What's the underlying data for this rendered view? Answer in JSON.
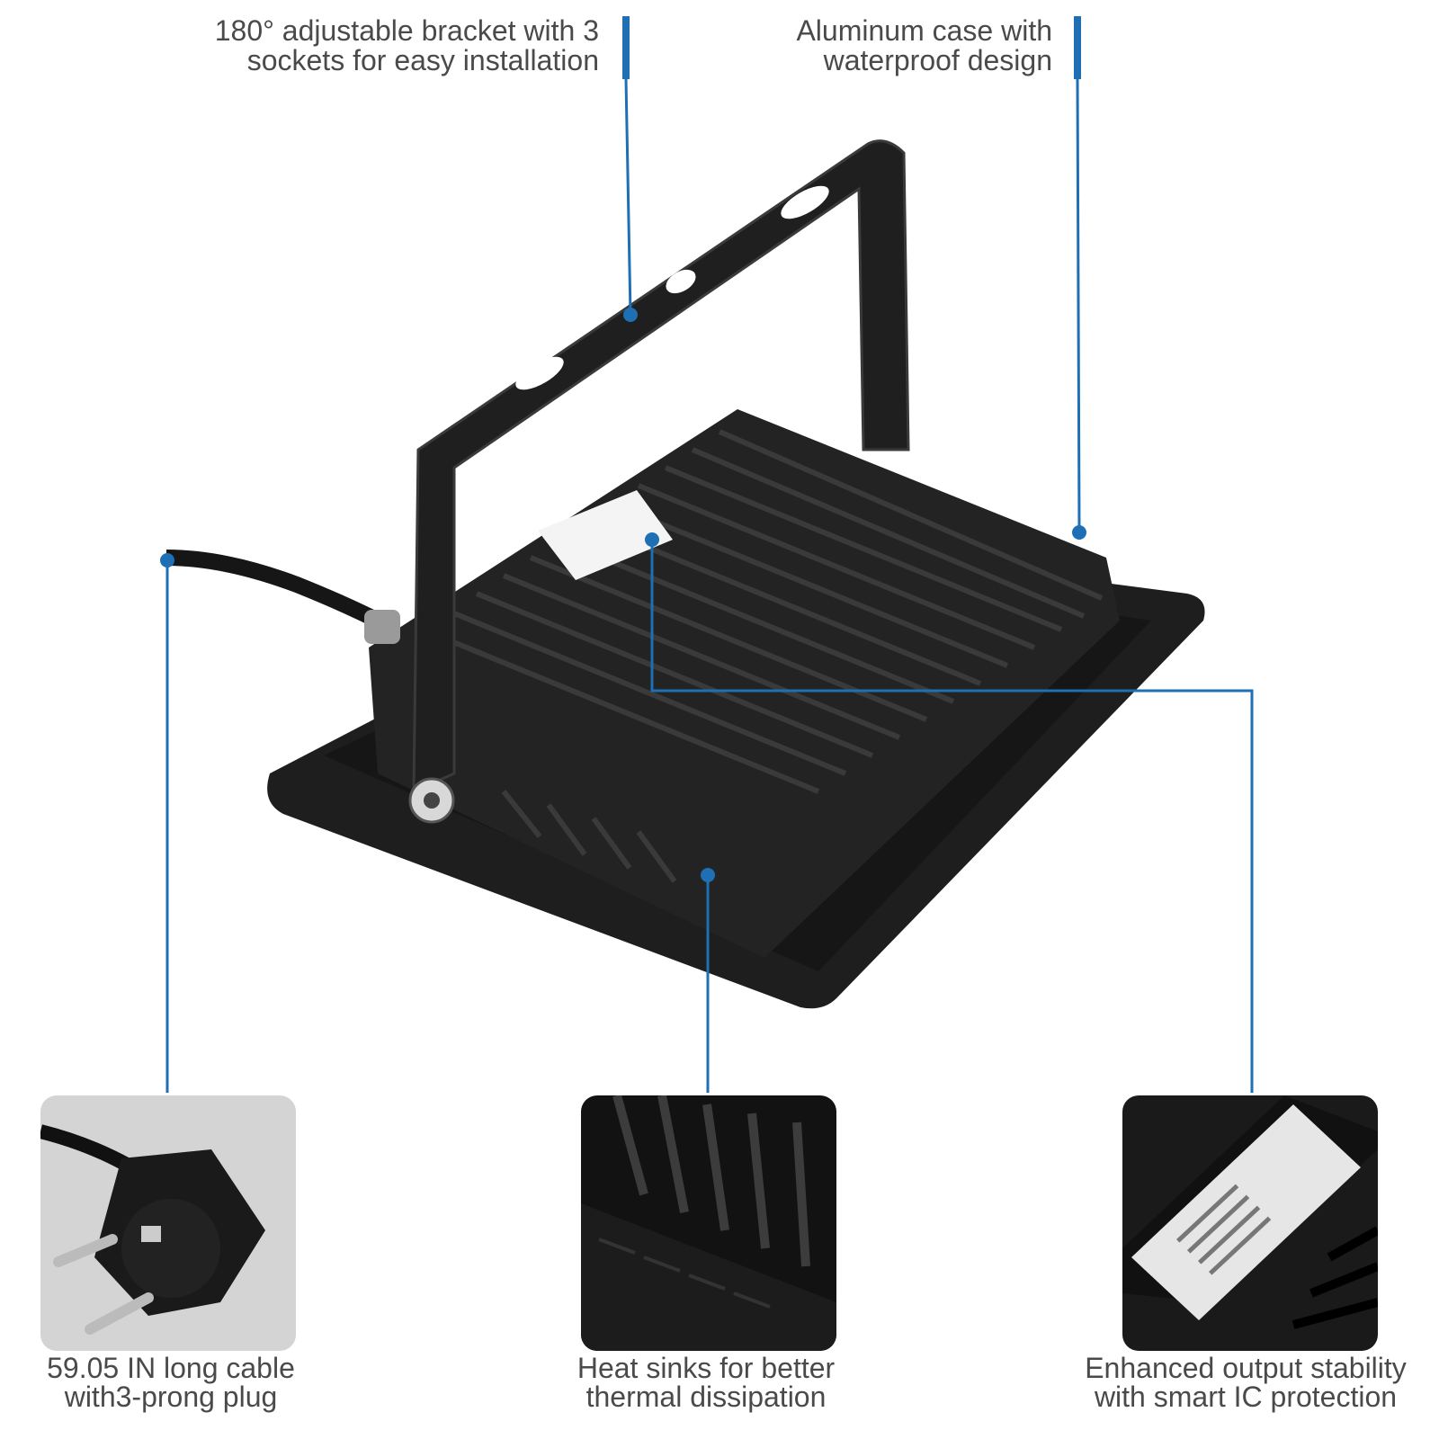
{
  "callouts": {
    "bracket": "180° adjustable bracket with 3\nsockets for easy installation",
    "case": "Aluminum case with\nwaterproof design"
  },
  "captions": {
    "cable": "59.05 IN long cable\nwith3-prong plug",
    "heat_sinks": "Heat sinks for better\nthermal dissipation",
    "ic": "Enhanced output stability\nwith smart IC protection"
  },
  "colors": {
    "accent": "#1f6fb5",
    "body": "#1c1c1c",
    "text": "#4a4a4a"
  }
}
